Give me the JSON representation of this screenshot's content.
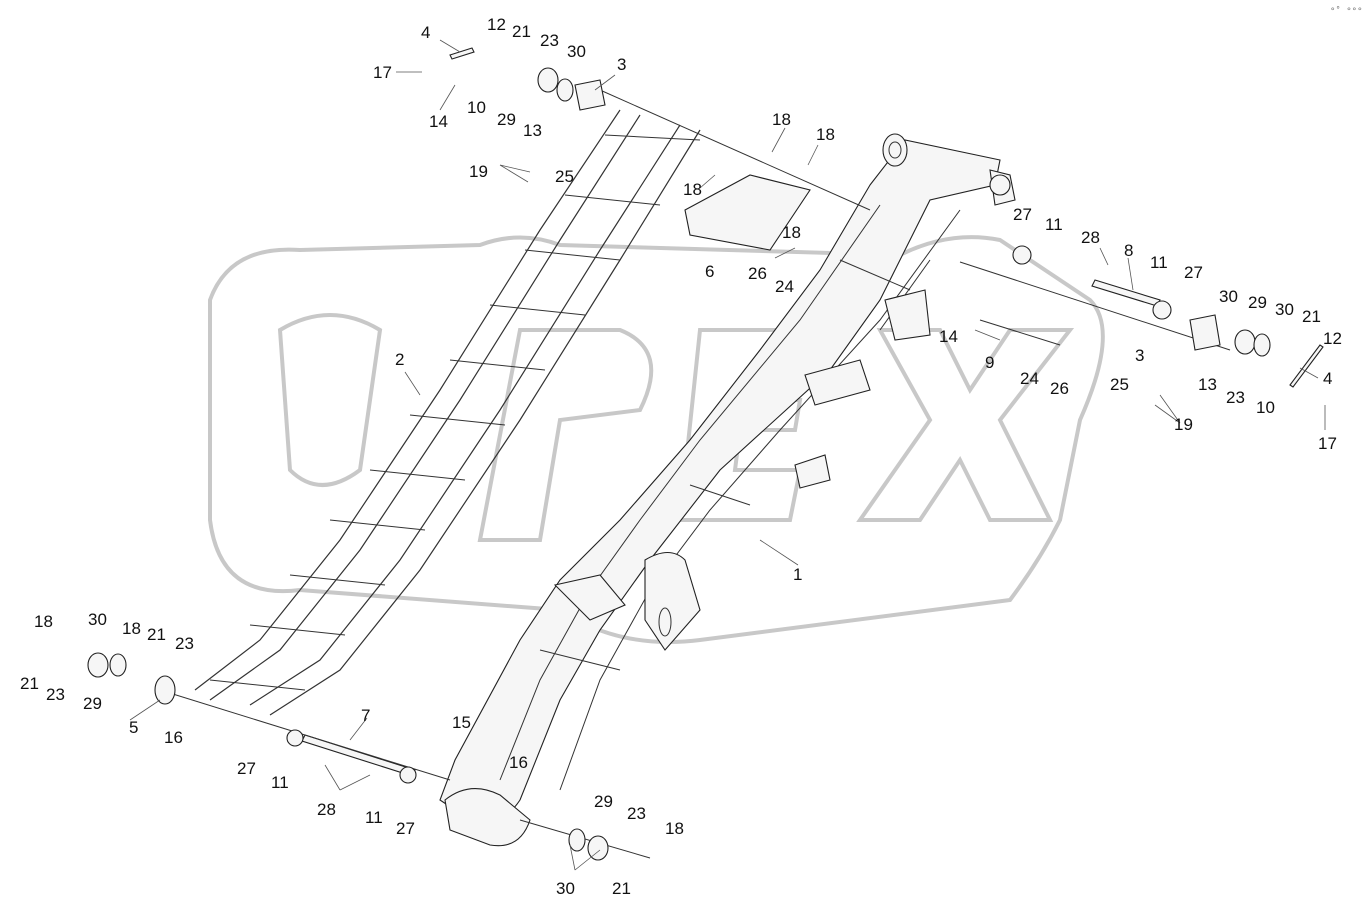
{
  "watermark": {
    "text": "OPEX"
  },
  "corner_mark": "°˚ °°°",
  "labels": [
    {
      "id": "l4a",
      "text": "4"
    },
    {
      "id": "l12a",
      "text": "12"
    },
    {
      "id": "l21a",
      "text": "21"
    },
    {
      "id": "l23a",
      "text": "23"
    },
    {
      "id": "l30a",
      "text": "30"
    },
    {
      "id": "l3a",
      "text": "3"
    },
    {
      "id": "l17a",
      "text": "17"
    },
    {
      "id": "l10a",
      "text": "10"
    },
    {
      "id": "l29a",
      "text": "29"
    },
    {
      "id": "l13a",
      "text": "13"
    },
    {
      "id": "l14a",
      "text": "14"
    },
    {
      "id": "l19a",
      "text": "19"
    },
    {
      "id": "l25a",
      "text": "25"
    },
    {
      "id": "l18a",
      "text": "18"
    },
    {
      "id": "l18b",
      "text": "18"
    },
    {
      "id": "l18c",
      "text": "18"
    },
    {
      "id": "l18d",
      "text": "18"
    },
    {
      "id": "l6",
      "text": "6"
    },
    {
      "id": "l26a",
      "text": "26"
    },
    {
      "id": "l24a",
      "text": "24"
    },
    {
      "id": "l27a",
      "text": "27"
    },
    {
      "id": "l11a",
      "text": "11"
    },
    {
      "id": "l28a",
      "text": "28"
    },
    {
      "id": "l8",
      "text": "8"
    },
    {
      "id": "l11b",
      "text": "11"
    },
    {
      "id": "l27b",
      "text": "27"
    },
    {
      "id": "l30b",
      "text": "30"
    },
    {
      "id": "l29b",
      "text": "29"
    },
    {
      "id": "l30c",
      "text": "30"
    },
    {
      "id": "l21b",
      "text": "21"
    },
    {
      "id": "l12b",
      "text": "12"
    },
    {
      "id": "l14b",
      "text": "14"
    },
    {
      "id": "l9",
      "text": "9"
    },
    {
      "id": "l24b",
      "text": "24"
    },
    {
      "id": "l26b",
      "text": "26"
    },
    {
      "id": "l3b",
      "text": "3"
    },
    {
      "id": "l25b",
      "text": "25"
    },
    {
      "id": "l13b",
      "text": "13"
    },
    {
      "id": "l23b",
      "text": "23"
    },
    {
      "id": "l10b",
      "text": "10"
    },
    {
      "id": "l4b",
      "text": "4"
    },
    {
      "id": "l19b",
      "text": "19"
    },
    {
      "id": "l17b",
      "text": "17"
    },
    {
      "id": "l2",
      "text": "2"
    },
    {
      "id": "l1",
      "text": "1"
    },
    {
      "id": "l18e",
      "text": "18"
    },
    {
      "id": "l30d",
      "text": "30"
    },
    {
      "id": "l18f",
      "text": "18"
    },
    {
      "id": "l21c",
      "text": "21"
    },
    {
      "id": "l23c",
      "text": "23"
    },
    {
      "id": "l21d",
      "text": "21"
    },
    {
      "id": "l23d",
      "text": "23"
    },
    {
      "id": "l29c",
      "text": "29"
    },
    {
      "id": "l5",
      "text": "5"
    },
    {
      "id": "l16a",
      "text": "16"
    },
    {
      "id": "l7",
      "text": "7"
    },
    {
      "id": "l15",
      "text": "15"
    },
    {
      "id": "l16b",
      "text": "16"
    },
    {
      "id": "l27c",
      "text": "27"
    },
    {
      "id": "l11c",
      "text": "11"
    },
    {
      "id": "l28b",
      "text": "28"
    },
    {
      "id": "l11d",
      "text": "11"
    },
    {
      "id": "l27d",
      "text": "27"
    },
    {
      "id": "l29d",
      "text": "29"
    },
    {
      "id": "l23e",
      "text": "23"
    },
    {
      "id": "l18g",
      "text": "18"
    },
    {
      "id": "l30e",
      "text": "30"
    },
    {
      "id": "l21e",
      "text": "21"
    }
  ]
}
